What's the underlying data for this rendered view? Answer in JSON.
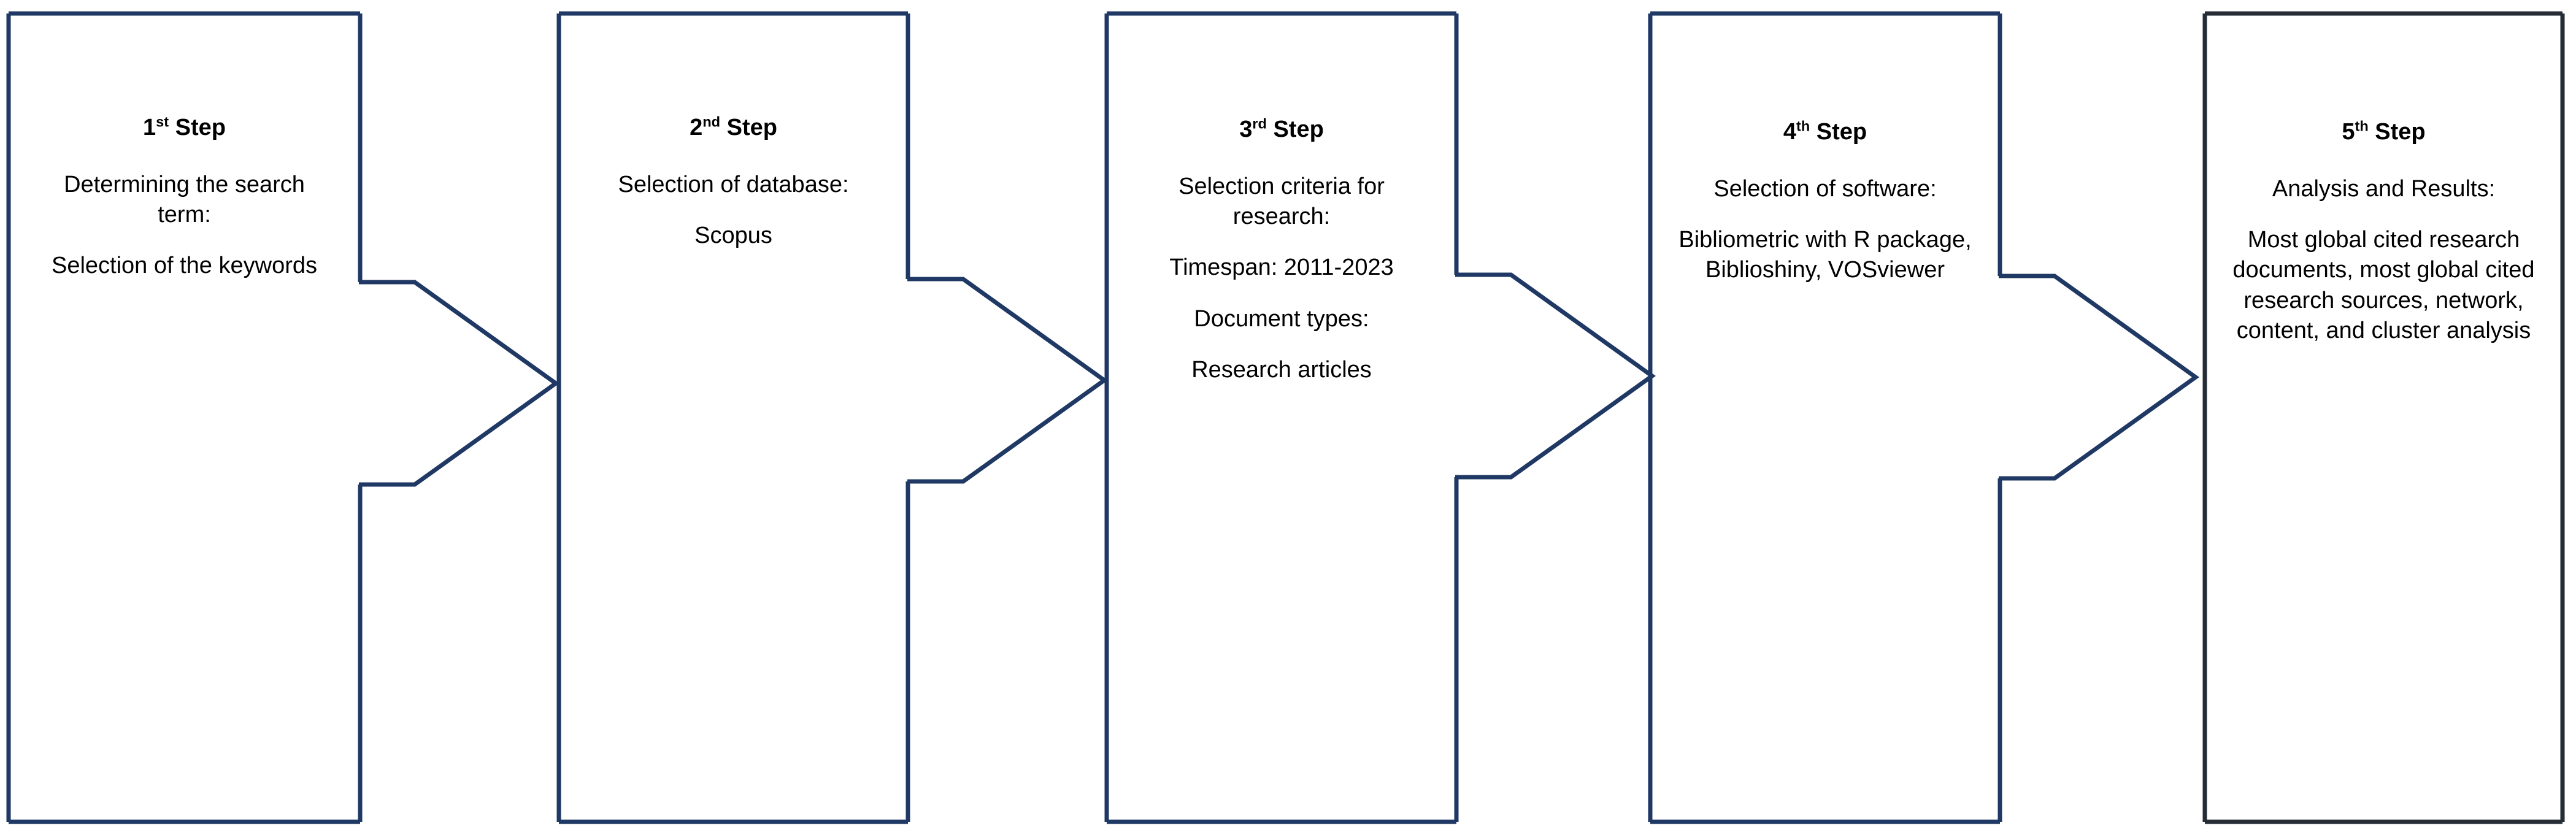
{
  "diagram": {
    "title": "Research methodology five-step flow",
    "accent_color": "#1F3864",
    "accent_color_last": "#252C35",
    "background_color": "#FFFFFF",
    "arrow_icon_name": "right-block-arrow"
  },
  "steps": [
    {
      "id": "step-1",
      "number": "1",
      "ordinal_suffix": "st",
      "title_word": "Step",
      "lines": [
        "Determining the search term:",
        "Selection of the keywords"
      ]
    },
    {
      "id": "step-2",
      "number": "2",
      "ordinal_suffix": "nd",
      "title_word": "Step",
      "lines": [
        "Selection of database:",
        "Scopus"
      ]
    },
    {
      "id": "step-3",
      "number": "3",
      "ordinal_suffix": "rd",
      "title_word": "Step",
      "lines": [
        "Selection criteria for research:",
        "Timespan: 2011-2023",
        "Document types:",
        "Research articles"
      ]
    },
    {
      "id": "step-4",
      "number": "4",
      "ordinal_suffix": "th",
      "title_word": "Step",
      "lines": [
        "Selection of software:",
        "Bibliometric with R package, Biblioshiny, VOSviewer"
      ]
    },
    {
      "id": "step-5",
      "number": "5",
      "ordinal_suffix": "th",
      "title_word": "Step",
      "lines": [
        "Analysis and Results:",
        "Most global cited research documents, most global cited research sources, network, content, and cluster analysis"
      ]
    }
  ],
  "connectors": [
    {
      "id": "arrow-1-to-2",
      "from": "step-1",
      "to": "step-2"
    },
    {
      "id": "arrow-2-to-3",
      "from": "step-2",
      "to": "step-3"
    },
    {
      "id": "arrow-3-to-4",
      "from": "step-3",
      "to": "step-4"
    },
    {
      "id": "arrow-4-to-5",
      "from": "step-4",
      "to": "step-5"
    }
  ]
}
